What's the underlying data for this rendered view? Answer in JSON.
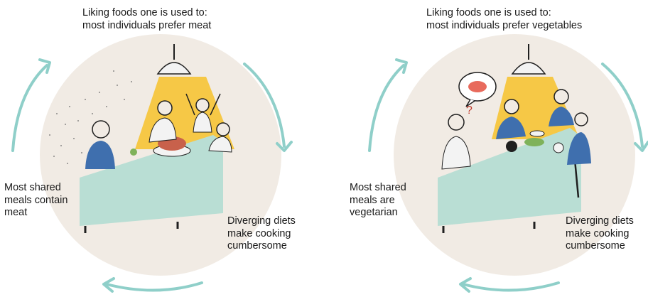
{
  "panels": [
    {
      "top_text": "Liking foods one is used to:\nmost individuals prefer meat",
      "left_text": "Most shared\nmeals contain\nmeat",
      "right_text": "Diverging diets\nmake cooking\ncumbersome"
    },
    {
      "top_text": "Liking foods one is used to:\nmost individuals prefer vegetables",
      "left_text": "Most shared\nmeals are\nvegetarian",
      "right_text": "Diverging diets\nmake cooking\ncumbersome"
    }
  ],
  "colors": {
    "circle": "#f1ebe4",
    "arrow": "#8fcfc9",
    "table": "#b9ded4",
    "lamp_glow": "#f6c434",
    "shirt_blue": "#3f6fae",
    "outline": "#1f1f1f"
  },
  "icons": {
    "speech_bubble": "steak-thought-icon",
    "question": "?"
  }
}
